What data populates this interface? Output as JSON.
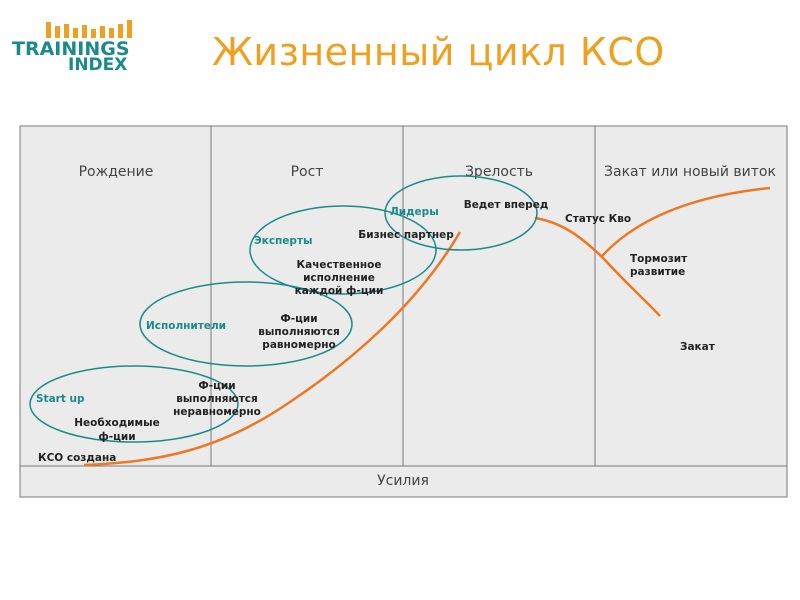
{
  "logo": {
    "line1": "TRAININGS",
    "line2": "INDEX"
  },
  "title": "Жизненный цикл КСО",
  "phases": [
    "Рождение",
    "Рост",
    "Зрелость",
    "Закат или новый виток"
  ],
  "axis_label": "Усилия",
  "roles": [
    "Start up",
    "Исполнители",
    "Эксперты",
    "Лидеры"
  ],
  "labels": {
    "created": "КСО создана",
    "necessary": [
      "Необходимые",
      "ф-ции"
    ],
    "uneven": [
      "Ф-ции",
      "выполняются",
      "неравномерно"
    ],
    "even": [
      "Ф-ции",
      "выполняются",
      "равномерно"
    ],
    "quality": [
      "Качественное",
      "исполнение",
      "каждой ф-ции"
    ],
    "partner": "Бизнес партнер",
    "leads": "Ведет вперед",
    "status_quo": "Статус Кво",
    "slows": [
      "Тормозит",
      "развитие"
    ],
    "decline": "Закат"
  },
  "colors": {
    "curve": "#ee7722",
    "ellipse": "#1b8a8a",
    "title": "#f0a020",
    "panel": "#ebebeb"
  }
}
